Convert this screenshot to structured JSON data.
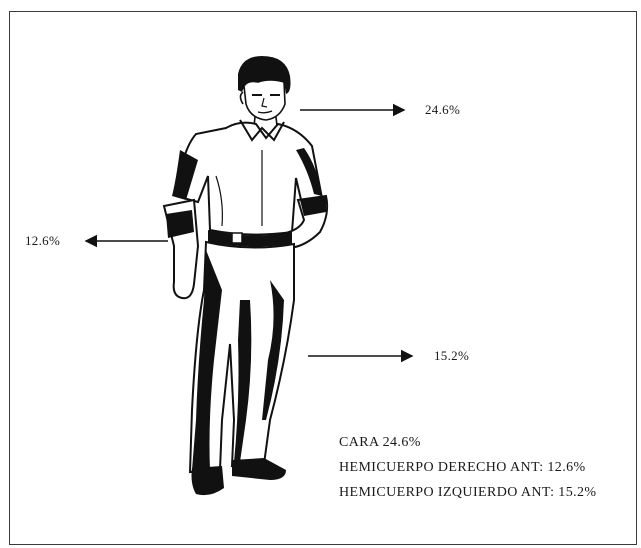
{
  "diagram": {
    "labels": {
      "head": "24.6%",
      "left": "12.6%",
      "right": "15.2%"
    },
    "legend": [
      "CARA 24.6%",
      "HEMICUERPO DERECHO ANT: 12.6%",
      "HEMICUERPO IZQUIERDO ANT: 15.2%"
    ],
    "colors": {
      "ink": "#111111",
      "frame": "#3a3a3a",
      "background": "#ffffff"
    }
  }
}
